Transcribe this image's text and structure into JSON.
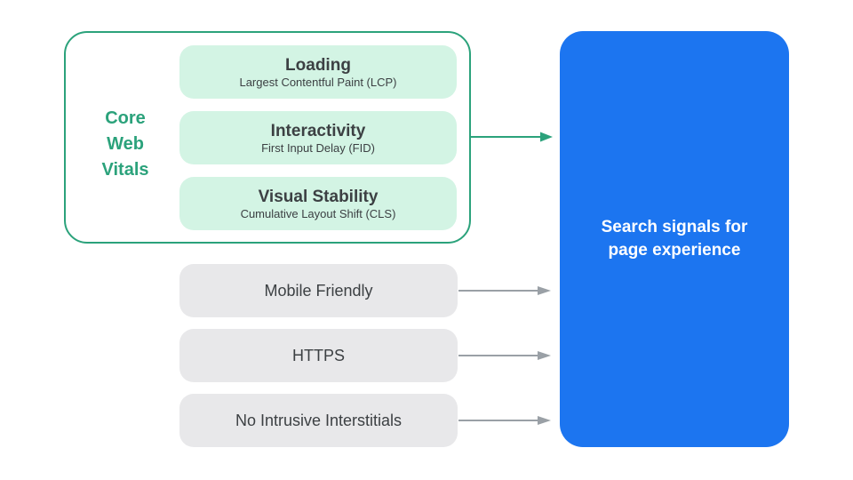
{
  "diagram": {
    "core_web_vitals": {
      "label": "Core Web Vitals",
      "items": [
        {
          "title": "Loading",
          "subtitle": "Largest Contentful Paint (LCP)"
        },
        {
          "title": "Interactivity",
          "subtitle": "First Input Delay (FID)"
        },
        {
          "title": "Visual Stability",
          "subtitle": "Cumulative Layout Shift (CLS)"
        }
      ]
    },
    "other_signals": [
      {
        "label": "Mobile Friendly"
      },
      {
        "label": "HTTPS"
      },
      {
        "label": "No Intrusive Interstitials"
      }
    ],
    "result": {
      "label": "Search signals for page experience"
    },
    "icons": {
      "green_arrow": "arrow-right-icon",
      "gray_arrow": "arrow-right-icon"
    },
    "colors": {
      "green_accent": "#2BA27B",
      "green_light": "#D3F4E4",
      "gray_box": "#E8E8EA",
      "arrow_gray": "#9AA0A6",
      "blue_panel": "#1C75F0",
      "text_dark": "#3C4043",
      "text_white": "#FFFFFF",
      "background": "#FFFFFF"
    }
  }
}
